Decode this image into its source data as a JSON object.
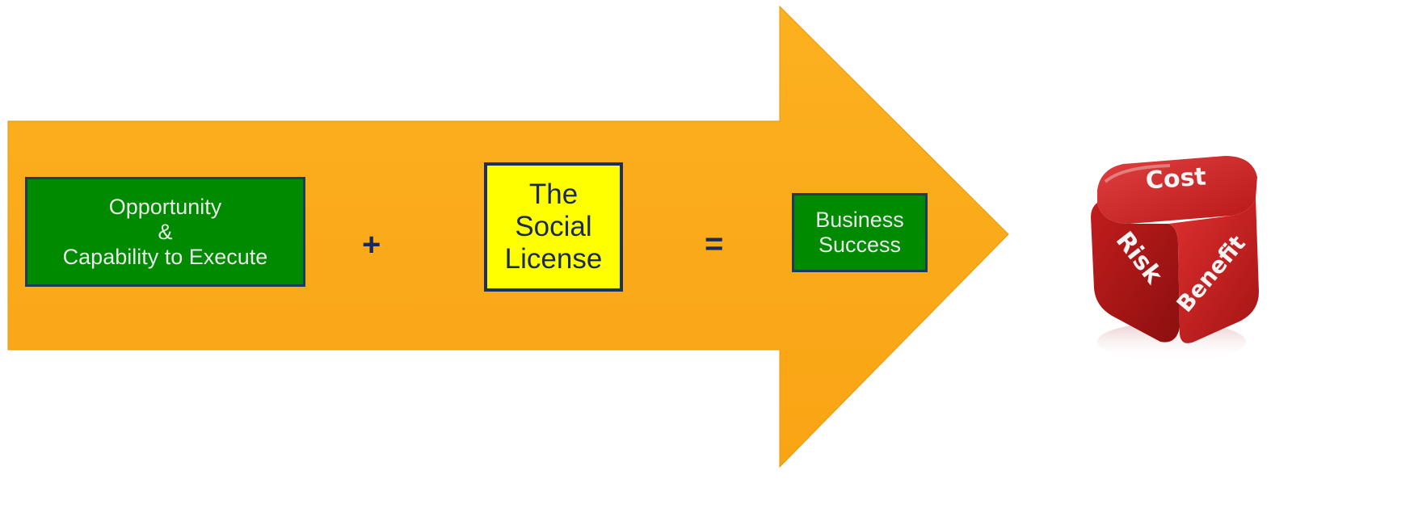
{
  "arrow": {
    "color": "#fbab18"
  },
  "boxes": {
    "opportunity": {
      "lines": [
        "Opportunity",
        "&",
        "Capability to Execute"
      ],
      "fill": "#008a00"
    },
    "social_license": {
      "lines": [
        "The",
        "Social",
        "License"
      ],
      "fill": "#ffff00"
    },
    "success": {
      "lines": [
        "Business",
        "Success"
      ],
      "fill": "#008a00"
    }
  },
  "operators": {
    "plus": "+",
    "equals": "="
  },
  "die": {
    "color": "#cf2020",
    "faces": {
      "top": "Cost",
      "left": "Risk",
      "right": "Benefit"
    }
  }
}
